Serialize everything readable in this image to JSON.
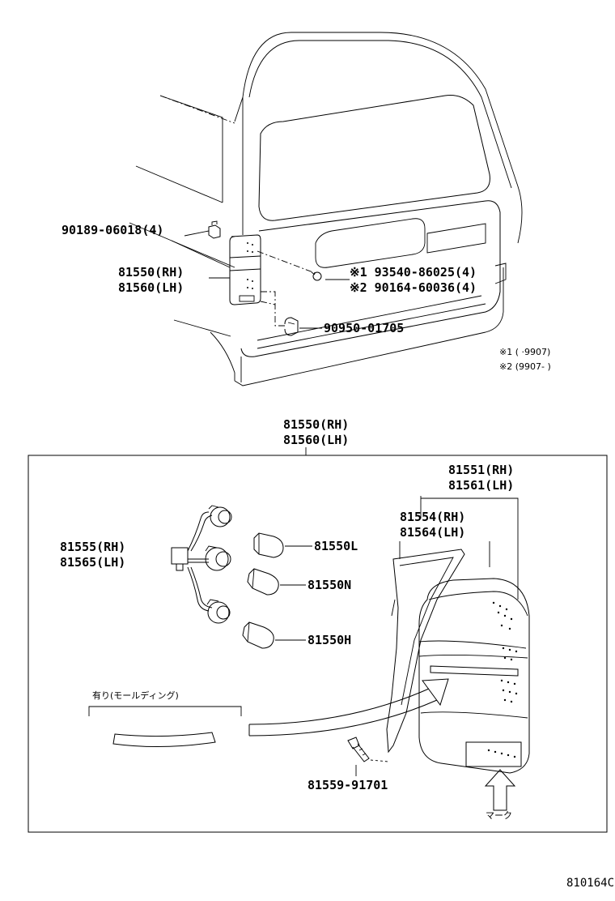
{
  "top_view": {
    "clip_part": "90189-06018(4)",
    "lamp_part_rh": "81550(RH)",
    "lamp_part_lh": "81560(LH)",
    "screw_note_1": "※1 93540-86025(4)",
    "screw_note_2": "※2 90164-60036(4)",
    "cap_part": "90950-01705",
    "footnote_1": "※1 (        ·9907)",
    "footnote_2": "※2 (9907-        )"
  },
  "detail_view": {
    "assy_rh": "81550(RH)",
    "assy_lh": "81560(LH)",
    "lens_rh": "81551(RH)",
    "lens_lh": "81561(LH)",
    "gasket_rh": "81554(RH)",
    "gasket_lh": "81564(LH)",
    "socket_rh": "81555(RH)",
    "socket_lh": "81565(LH)",
    "bulb_1": "81550L",
    "bulb_2": "81550N",
    "bulb_3": "81550H",
    "screw": "81559-91701",
    "molding_note": "有り(モールディング)",
    "mark_note": "マーク"
  },
  "diagram_id": "810164C"
}
